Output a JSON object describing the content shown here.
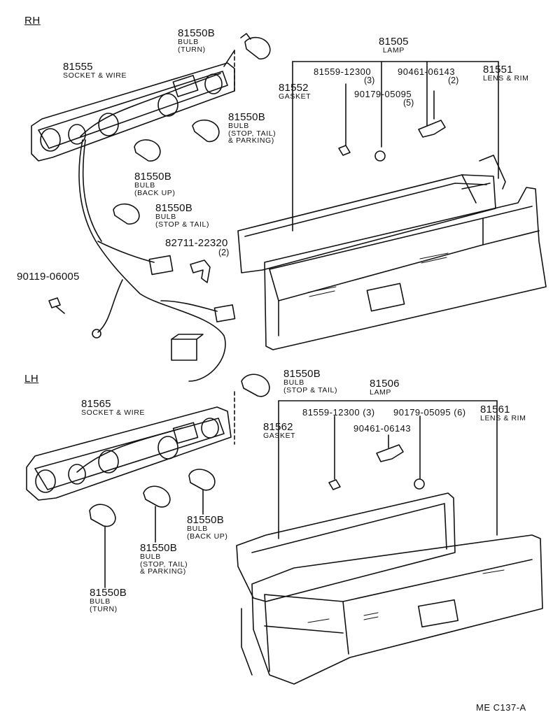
{
  "sections": {
    "rh": "RH",
    "lh": "LH"
  },
  "labels": [
    {
      "id": "rh-81550b-turn",
      "part": "81550B",
      "desc": [
        "BULB",
        "(TURN)"
      ]
    },
    {
      "id": "rh-81555",
      "part": "81555",
      "desc": [
        "SOCKET & WIRE"
      ]
    },
    {
      "id": "rh-81550b-stp",
      "part": "81550B",
      "desc": [
        "BULB",
        "(STOP, TAIL)",
        "& PARKING)"
      ]
    },
    {
      "id": "rh-81550b-back",
      "part": "81550B",
      "desc": [
        "BULB",
        "(BACK UP)"
      ]
    },
    {
      "id": "rh-81550b-st",
      "part": "81550B",
      "desc": [
        "BULB",
        "(STOP & TAIL)"
      ]
    },
    {
      "id": "rh-82711",
      "part": "82711-22320",
      "desc": [
        "(2)"
      ]
    },
    {
      "id": "rh-90119",
      "part": "90119-06005",
      "desc": []
    },
    {
      "id": "rh-81505",
      "part": "81505",
      "desc": [
        "LAMP"
      ]
    },
    {
      "id": "rh-81552",
      "part": "81552",
      "desc": [
        "GASKET"
      ]
    },
    {
      "id": "rh-81559",
      "part": "81559-12300",
      "desc": [
        "(3)"
      ]
    },
    {
      "id": "rh-90461",
      "part": "90461-06143",
      "desc": [
        "(2)"
      ]
    },
    {
      "id": "rh-81551",
      "part": "81551",
      "desc": [
        "LENS & RIM"
      ]
    },
    {
      "id": "rh-90179",
      "part": "90179-05095",
      "desc": [
        "(5)"
      ]
    },
    {
      "id": "lh-81550b-st",
      "part": "81550B",
      "desc": [
        "BULB",
        "(STOP & TAIL)"
      ]
    },
    {
      "id": "lh-81506",
      "part": "81506",
      "desc": [
        "LAMP"
      ]
    },
    {
      "id": "lh-81565",
      "part": "81565",
      "desc": [
        "SOCKET & WIRE"
      ]
    },
    {
      "id": "lh-81559",
      "part": "81559-12300 (3)",
      "desc": []
    },
    {
      "id": "lh-90179",
      "part": "90179-05095 (6)",
      "desc": []
    },
    {
      "id": "lh-81561",
      "part": "81561",
      "desc": [
        "LENS & RIM"
      ]
    },
    {
      "id": "lh-81562",
      "part": "81562",
      "desc": [
        "GASKET"
      ]
    },
    {
      "id": "lh-90461",
      "part": "90461-06143",
      "desc": []
    },
    {
      "id": "lh-81550b-back",
      "part": "81550B",
      "desc": [
        "BULB",
        "(BACK UP)"
      ]
    },
    {
      "id": "lh-81550b-stp",
      "part": "81550B",
      "desc": [
        "BULB",
        "(STOP, TAIL)",
        "& PARKING)"
      ]
    },
    {
      "id": "lh-81550b-turn",
      "part": "81550B",
      "desc": [
        "BULB",
        "(TURN)"
      ]
    }
  ],
  "footer": {
    "code": "ME  C137-A"
  }
}
